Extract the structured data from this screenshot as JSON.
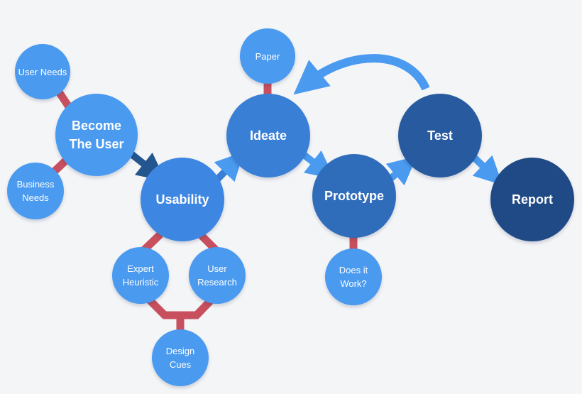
{
  "nodes": {
    "user_needs": {
      "label": "User Needs",
      "color": "#4a9af0"
    },
    "become_user": {
      "label": "Become\nThe User",
      "color": "#4a9af0"
    },
    "business_needs": {
      "label": "Business\nNeeds",
      "color": "#4a9af0"
    },
    "usability": {
      "label": "Usability",
      "color": "#3d86e2"
    },
    "expert_heuristic": {
      "label": "Expert\nHeuristic",
      "color": "#4a9af0"
    },
    "user_research": {
      "label": "User\nResearch",
      "color": "#4a9af0"
    },
    "design_cues": {
      "label": "Design\nCues",
      "color": "#4a9af0"
    },
    "paper": {
      "label": "Paper",
      "color": "#4a9af0"
    },
    "ideate": {
      "label": "Ideate",
      "color": "#3a7fd6"
    },
    "prototype": {
      "label": "Prototype",
      "color": "#2f6cba"
    },
    "does_it_work": {
      "label": "Does it\nWork?",
      "color": "#4a9af0"
    },
    "test": {
      "label": "Test",
      "color": "#275a9f"
    },
    "report": {
      "label": "Report",
      "color": "#1f4a86"
    }
  },
  "colors": {
    "connector": "#c8505e",
    "arrow": "#4a9af0",
    "arrow_dark": "#23568f"
  }
}
